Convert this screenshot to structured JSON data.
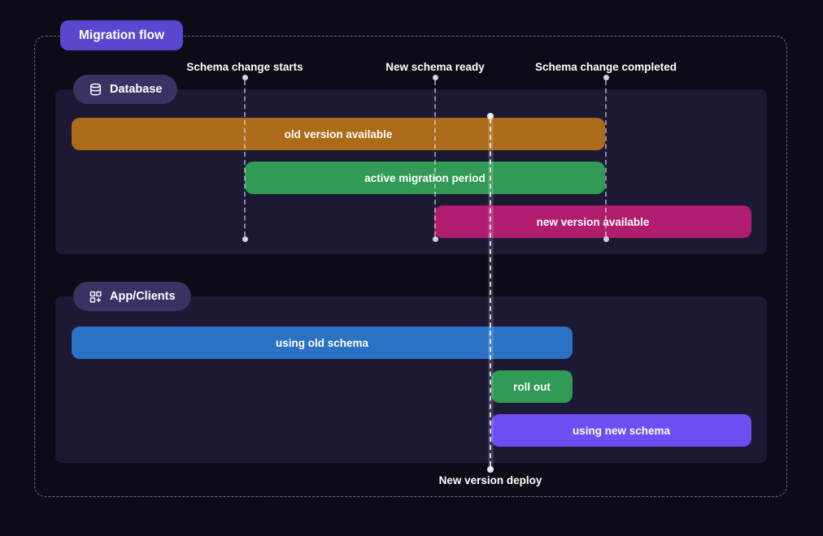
{
  "diagram": {
    "title": "Migration flow",
    "milestones": [
      {
        "label": "Schema change starts"
      },
      {
        "label": "New schema ready"
      },
      {
        "label": "Schema change completed"
      }
    ],
    "deploy_marker": {
      "label": "New version deploy"
    },
    "lanes": [
      {
        "name": "Database",
        "icon": "database-icon",
        "bars": [
          {
            "label": "old version available",
            "color": "#ab6b18"
          },
          {
            "label": "active migration period",
            "color": "#319a54"
          },
          {
            "label": "new version available",
            "color": "#b01d6f"
          }
        ]
      },
      {
        "name": "App/Clients",
        "icon": "apps-add-icon",
        "bars": [
          {
            "label": "using old schema",
            "color": "#2b71c4"
          },
          {
            "label": "roll out",
            "color": "#319a54"
          },
          {
            "label": "using new schema",
            "color": "#6e4df2"
          }
        ]
      }
    ],
    "colors": {
      "background": "#0d0b15",
      "panel": "#1d1935",
      "lane_badge": "#3b3263",
      "title_badge": "#5a47cf",
      "text": "#f5f5f7",
      "marker_line": "#d2d2dc"
    }
  }
}
